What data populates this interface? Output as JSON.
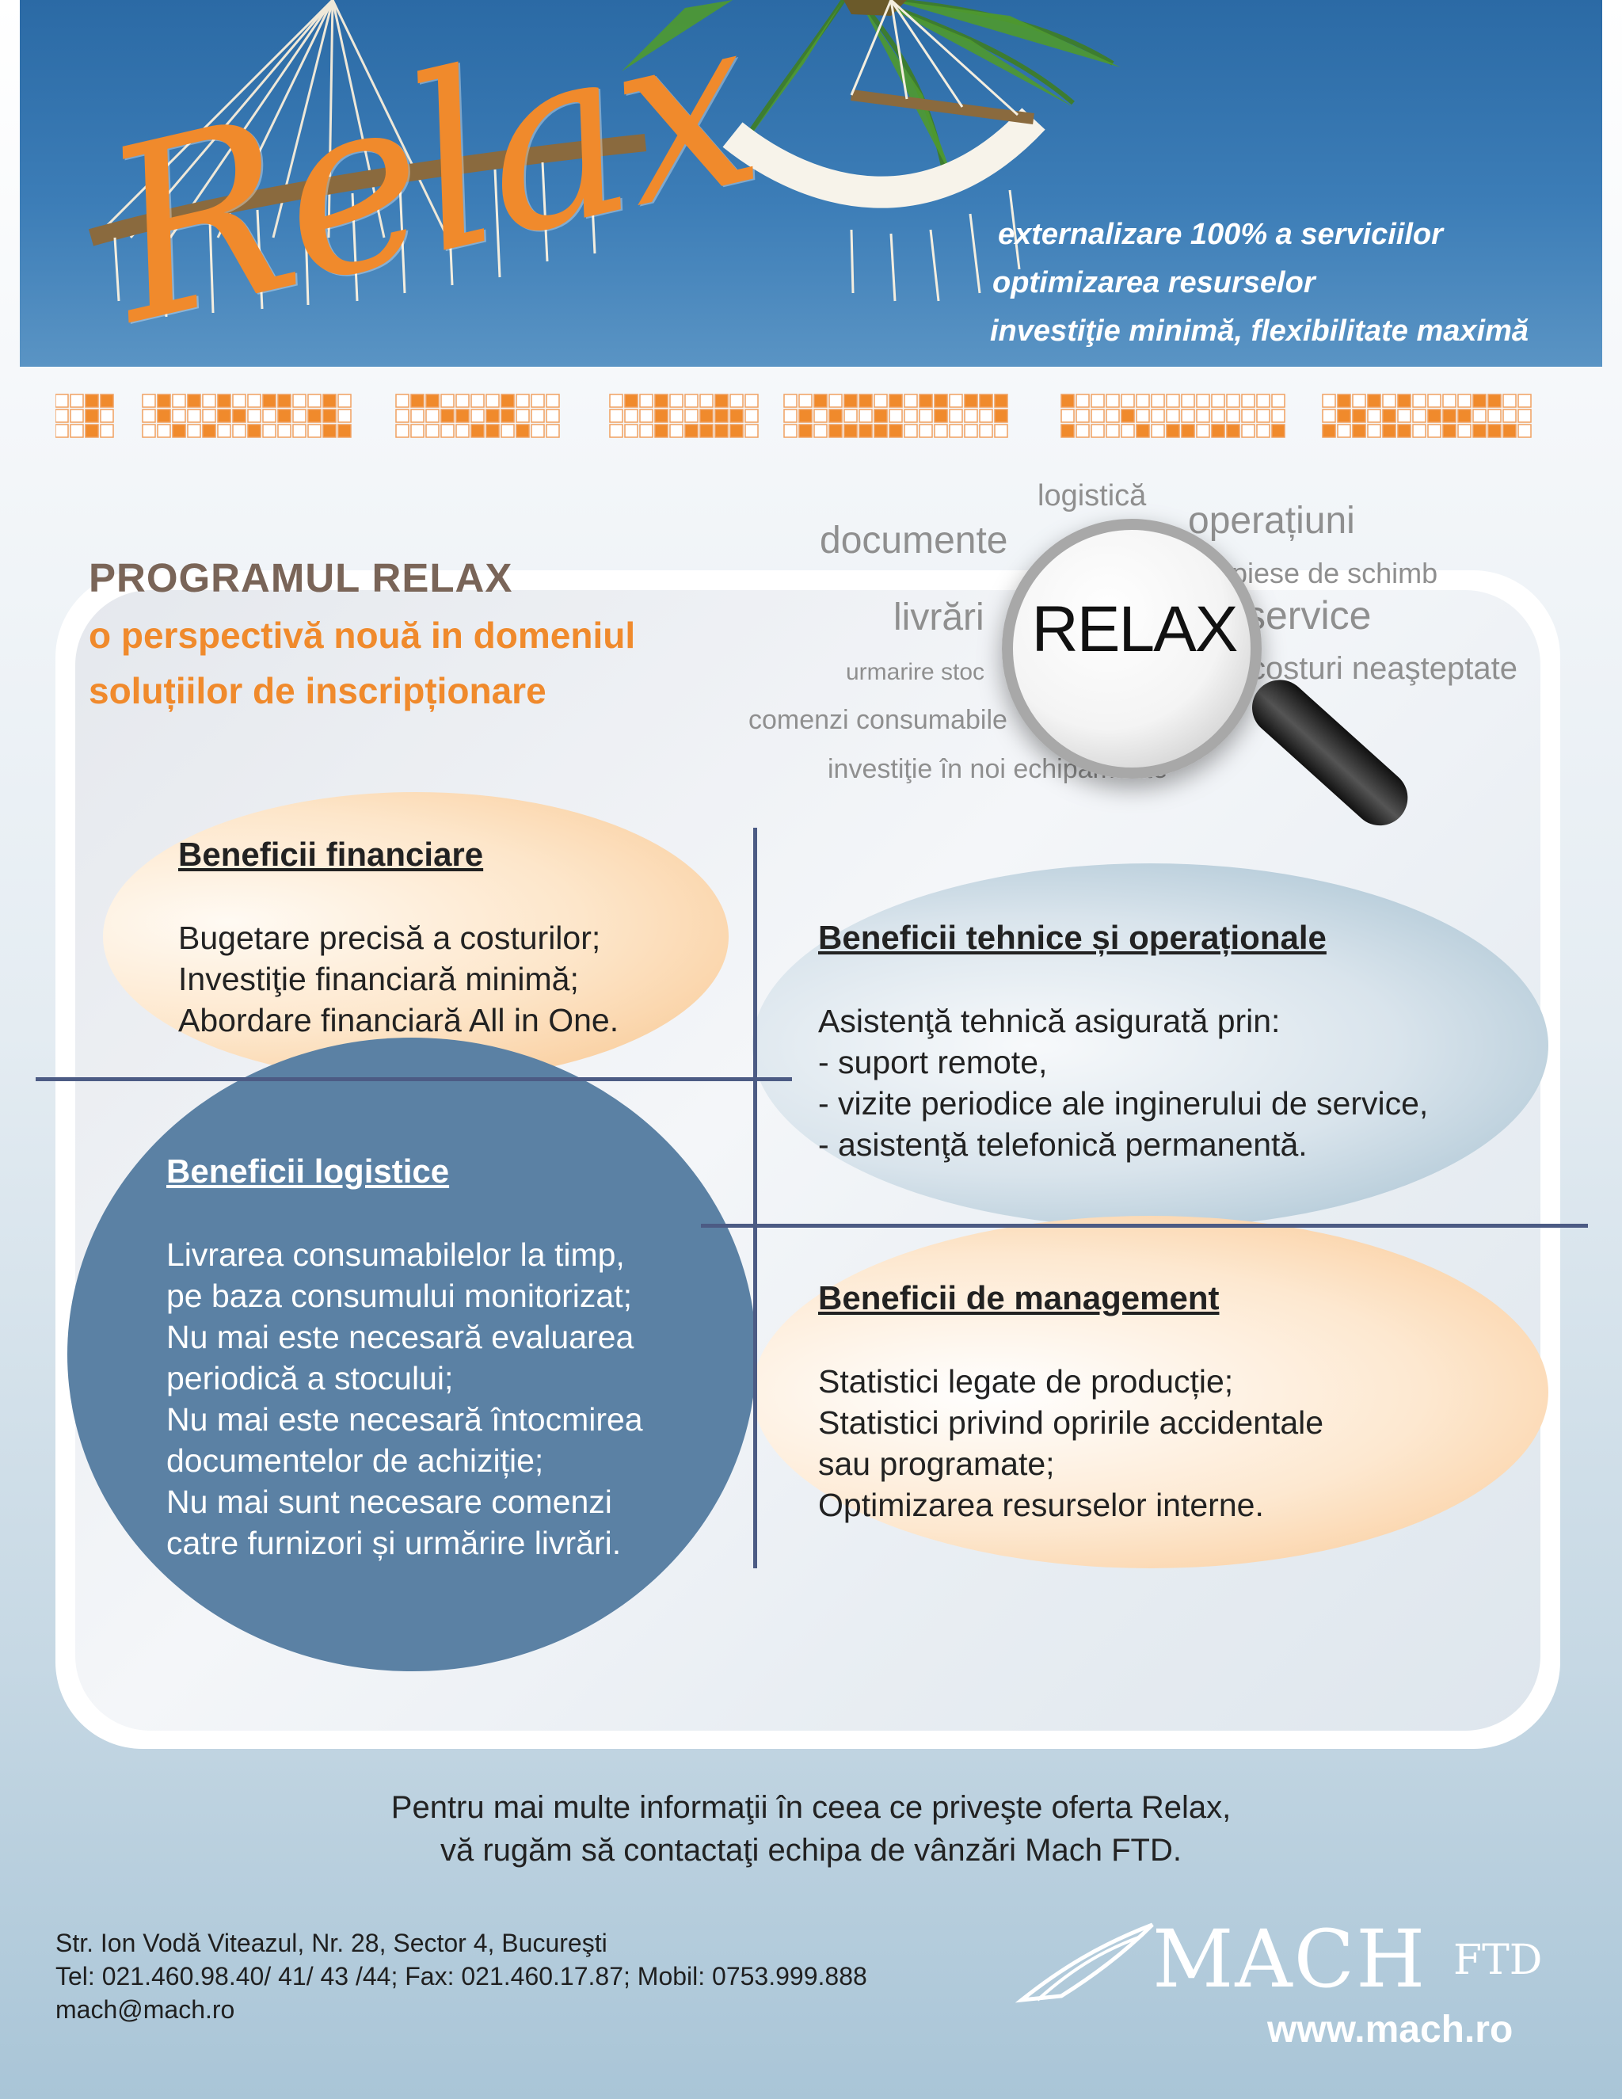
{
  "header": {
    "logo_word": "Relax",
    "taglines": [
      "externalizare 100% a serviciilor",
      "optimizarea resurselor",
      "investiţie minimă, flexibilitate maximă"
    ]
  },
  "program": {
    "title": "PROGRAMUL RELAX",
    "subtitle_line1": "o perspectivă nouă in domeniul",
    "subtitle_line2": "soluțiilor de inscripționare"
  },
  "word_cloud": {
    "logistica": "logistică",
    "documente": "documente",
    "operatiuni": "operațiuni",
    "piese": "piese de schimb",
    "livrari": "livrări",
    "service": "service",
    "urmarire": "urmarire stoc",
    "costuri": "costuri neaşteptate",
    "comenzi": "comenzi consumabile",
    "investitie": "investiţie în noi echipamente",
    "lens_word": "RELAX"
  },
  "benefits": {
    "financial": {
      "heading": "Beneficii financiare",
      "lines": [
        "Bugetare precisă a costurilor;",
        "Investiţie financiară minimă;",
        "Abordare financiară All in One."
      ]
    },
    "technical": {
      "heading": "Beneficii tehnice și operaționale",
      "lines": [
        "Asistenţă tehnică asigurată prin:",
        "- suport remote,",
        "- vizite periodice ale inginerului de service,",
        "- asistenţă telefonică permanentă."
      ]
    },
    "logistic": {
      "heading": "Beneficii logistice",
      "lines": [
        "Livrarea consumabilelor la timp,",
        "pe baza consumului monitorizat;",
        "Nu mai este necesară evaluarea",
        "periodică a stocului;",
        "Nu mai este necesară întocmirea",
        "documentelor de achiziție;",
        "Nu mai sunt necesare comenzi",
        "catre furnizori și urmărire livrări."
      ]
    },
    "management": {
      "heading": "Beneficii de management",
      "lines": [
        "Statistici legate de producție;",
        "Statistici privind opririle accidentale",
        "sau programate;",
        "Optimizarea resurselor interne."
      ]
    }
  },
  "contact": {
    "line1": "Pentru mai multe informaţii în ceea ce priveşte oferta Relax,",
    "line2": "vă rugăm să contactaţi echipa de vânzări Mach FTD.",
    "address": "Str. Ion Vodă Viteazul, Nr. 28, Sector 4, Bucureşti",
    "phones": "Tel: 021.460.98.40/ 41/ 43 /44; Fax: 021.460.17.87; Mobil: 0753.999.888",
    "email": "mach@mach.ro"
  },
  "brand": {
    "name": "MACH",
    "suffix": "FTD",
    "website": "www.mach.ro"
  },
  "colors": {
    "accent_orange": "#f08a2c",
    "title_brown": "#7a6558",
    "logistic_blue": "#5b81a4",
    "divider_navy": "#4c5b84"
  }
}
